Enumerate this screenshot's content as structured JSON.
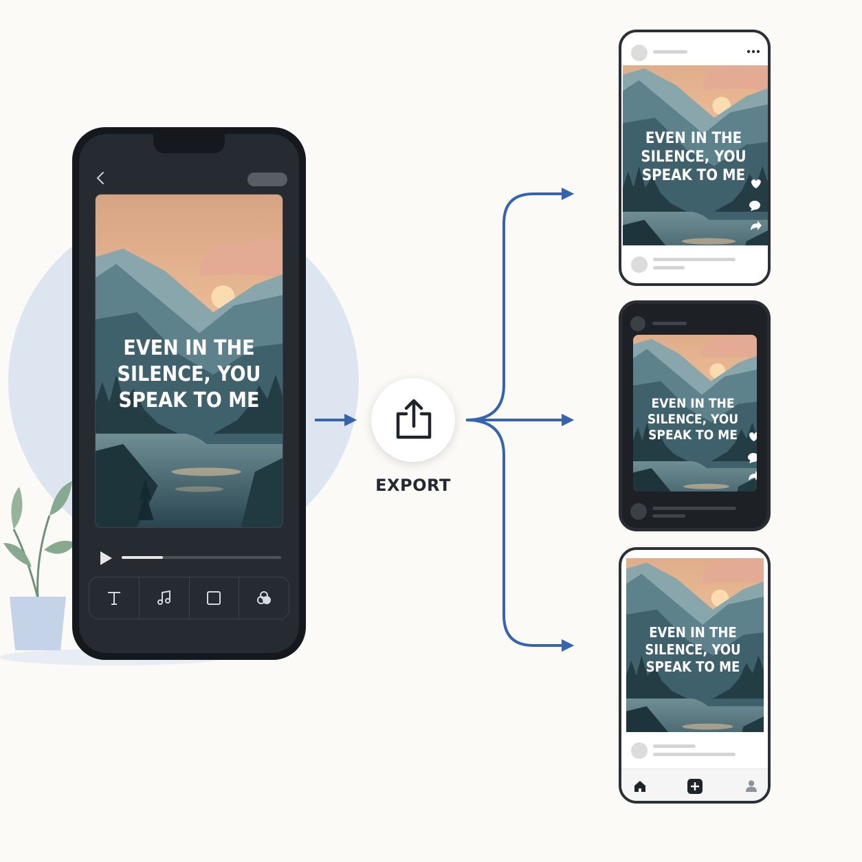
{
  "quote": {
    "line1": "EVEN IN THE",
    "line2": "SILENCE, YOU",
    "line3": "SPEAK TO ME"
  },
  "export": {
    "label": "EXPORT",
    "icon": "share-export-icon"
  },
  "editor": {
    "progress": 0.26,
    "tools": [
      "text-tool-icon",
      "music-tool-icon",
      "crop-tool-icon",
      "effects-tool-icon"
    ]
  },
  "colors": {
    "background": "#fbfaf7",
    "arrow": "#3563b0",
    "phone_dark": "#15181c",
    "sky_top": "#f2c39b",
    "lake": "#2e4b55"
  }
}
